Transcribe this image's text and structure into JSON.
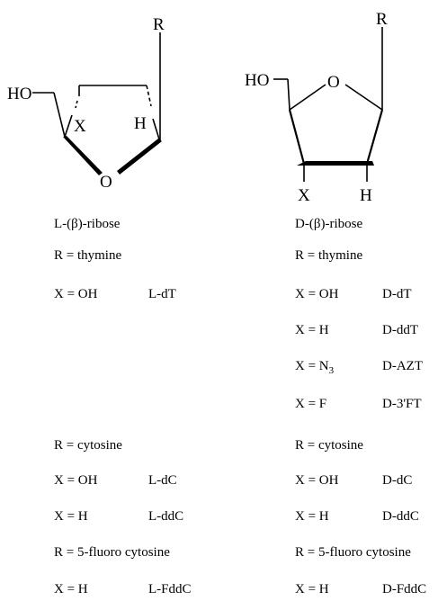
{
  "left": {
    "atoms": {
      "R": "R",
      "HO": "HO",
      "X": "X",
      "H": "H",
      "O": "O"
    },
    "name": "L-(β)-ribose",
    "groups": [
      {
        "r": "R = thymine",
        "rows": [
          {
            "x": "X = OH",
            "code": "L-dT"
          }
        ]
      },
      {
        "r": "R = cytosine",
        "rows": [
          {
            "x": "X = OH",
            "code": "L-dC"
          },
          {
            "x": "X = H",
            "code": "L-ddC"
          }
        ]
      },
      {
        "r": "R = 5-fluoro cytosine",
        "rows": [
          {
            "x": "X = H",
            "code": "L-FddC"
          }
        ]
      }
    ]
  },
  "right": {
    "atoms": {
      "R": "R",
      "HO": "HO",
      "X": "X",
      "H": "H",
      "O": "O"
    },
    "name": "D-(β)-ribose",
    "groups": [
      {
        "r": "R = thymine",
        "rows": [
          {
            "x": "X = OH",
            "code": "D-dT"
          },
          {
            "x": "X = H",
            "code": "D-ddT"
          },
          {
            "x": "X = N",
            "xsub": "3",
            "code": "D-AZT"
          },
          {
            "x": "X = F",
            "code": "D-3'FT"
          }
        ]
      },
      {
        "r": "R = cytosine",
        "rows": [
          {
            "x": "X = OH",
            "code": "D-dC"
          },
          {
            "x": "X = H",
            "code": "D-ddC"
          }
        ]
      },
      {
        "r": "R = 5-fluoro cytosine",
        "rows": [
          {
            "x": "X = H",
            "code": "D-FddC"
          }
        ]
      }
    ]
  }
}
